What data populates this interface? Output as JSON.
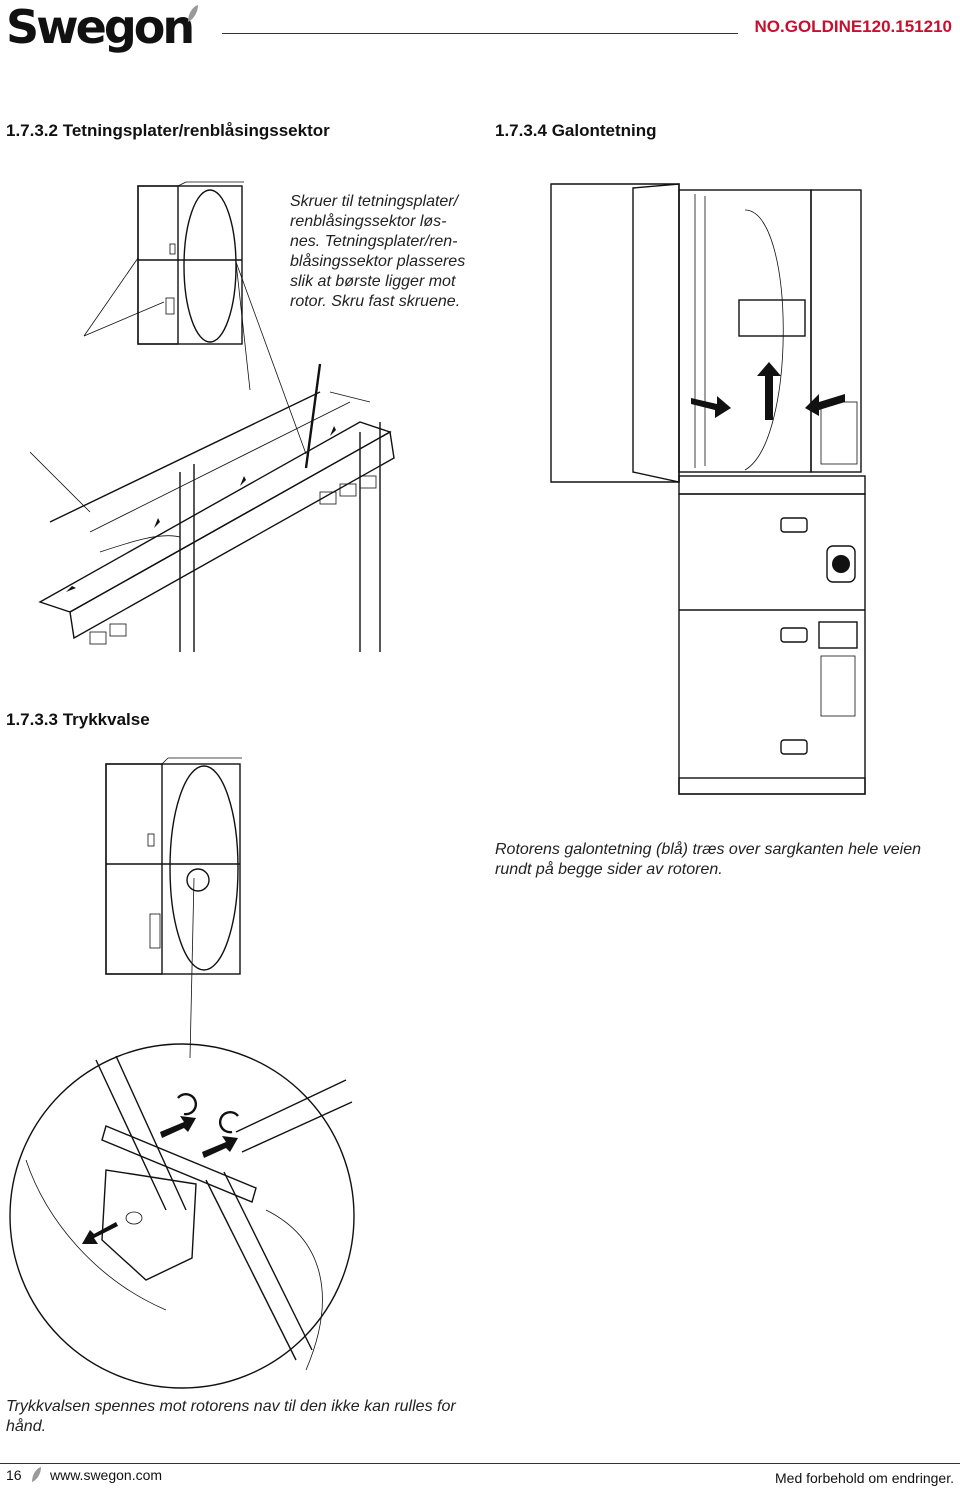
{
  "header": {
    "logo_text": "Swegon",
    "doc_id": "NO.GOLDINE120.151210"
  },
  "sections": {
    "s1": {
      "heading": "1.7.3.2 Tetningsplater/renblåsingssektor",
      "text": "Skruer til tetningsplater/ renblåsingssektor løs- nes. Tetningsplater/ren- blåsingssektor plasseres slik at børste ligger mot rotor. Skru fast skruene."
    },
    "s2": {
      "heading": "1.7.3.4 Galontetning",
      "text": "Rotorens galontetning (blå) træs over sargkanten hele veien rundt på begge sider av rotoren."
    },
    "s3": {
      "heading": "1.7.3.3 Trykkvalse",
      "text": "Trykkvalsen spennes mot rotorens nav til den ikke kan rulles for hånd."
    }
  },
  "footer": {
    "page_number": "16",
    "website": "www.swegon.com",
    "disclaimer": "Med forbehold om endringer."
  },
  "colors": {
    "doc_id": "#c8102e",
    "text": "#111111"
  }
}
